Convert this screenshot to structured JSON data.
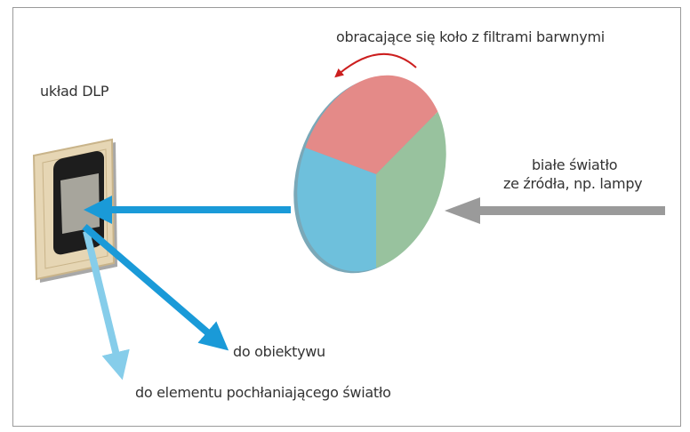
{
  "labels": {
    "dlp_chip": "układ DLP",
    "color_wheel": "obracające się koło z filtrami barwnymi",
    "white_light_line1": "białe światło",
    "white_light_line2": "ze źródła, np. lampy",
    "to_lens": "do obiektywu",
    "to_absorber": "do elementu pochłaniającego światło"
  },
  "colors": {
    "wheel_red": "#e48a88",
    "wheel_green": "#98c29e",
    "wheel_blue": "#6ec0dc",
    "light_blue_arrow": "#1a9ad8",
    "pale_blue_arrow": "#86cdea",
    "white_light_arrow": "#9a9a9a",
    "rotation_arrow": "#cc1f1f"
  }
}
